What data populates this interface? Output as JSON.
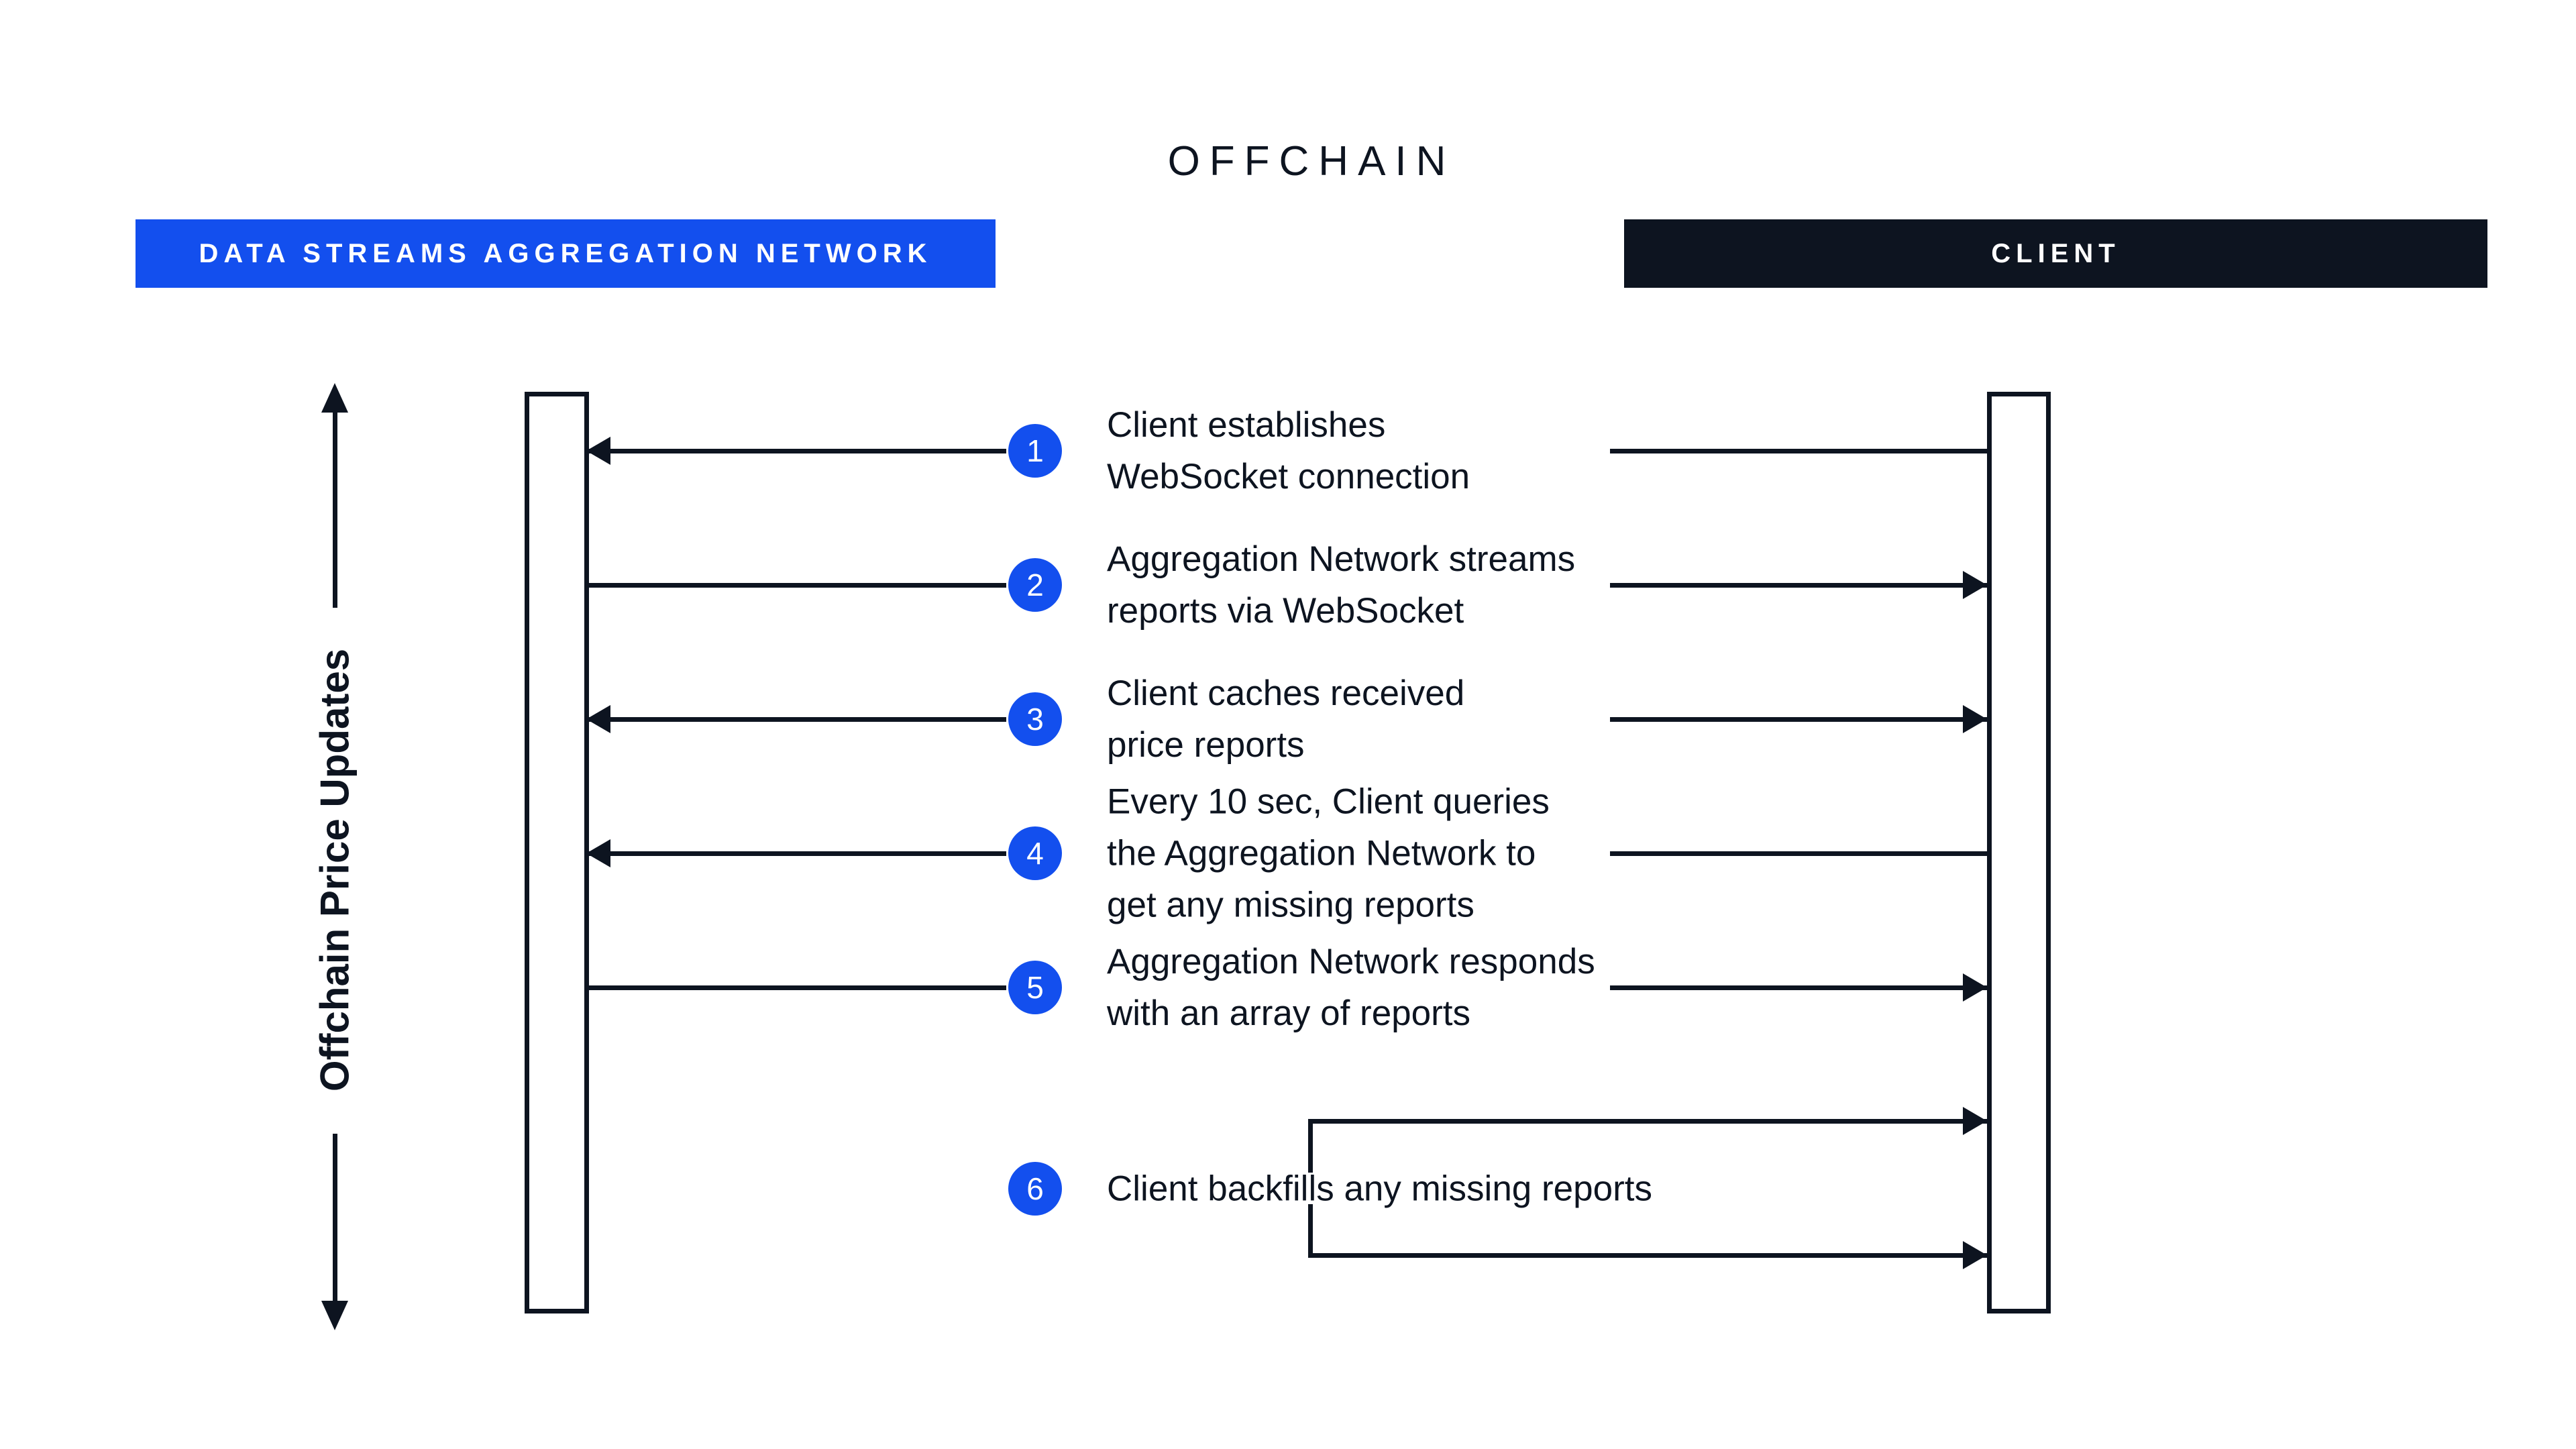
{
  "title": "OFFCHAIN",
  "actors": {
    "network": {
      "label": "DATA STREAMS AGGREGATION NETWORK"
    },
    "client": {
      "label": "CLIENT"
    }
  },
  "axis": {
    "label": "Offchain Price Updates"
  },
  "steps": [
    {
      "num": "1",
      "text": "Client establishes\nWebSocket connection",
      "arrow": "to-network"
    },
    {
      "num": "2",
      "text": "Aggregation Network streams\nreports via WebSocket",
      "arrow": "to-client"
    },
    {
      "num": "3",
      "text": "Client caches received\nprice reports",
      "arrow": "both"
    },
    {
      "num": "4",
      "text": "Every 10 sec, Client queries\nthe Aggregation Network to\nget any missing reports",
      "arrow": "to-network"
    },
    {
      "num": "5",
      "text": "Aggregation Network responds\nwith an array of reports",
      "arrow": "to-client"
    },
    {
      "num": "6",
      "text": "Client backfills any missing reports",
      "arrow": "self-client"
    }
  ],
  "colors": {
    "accent_blue": "#134fee",
    "dark": "#0d1420"
  }
}
